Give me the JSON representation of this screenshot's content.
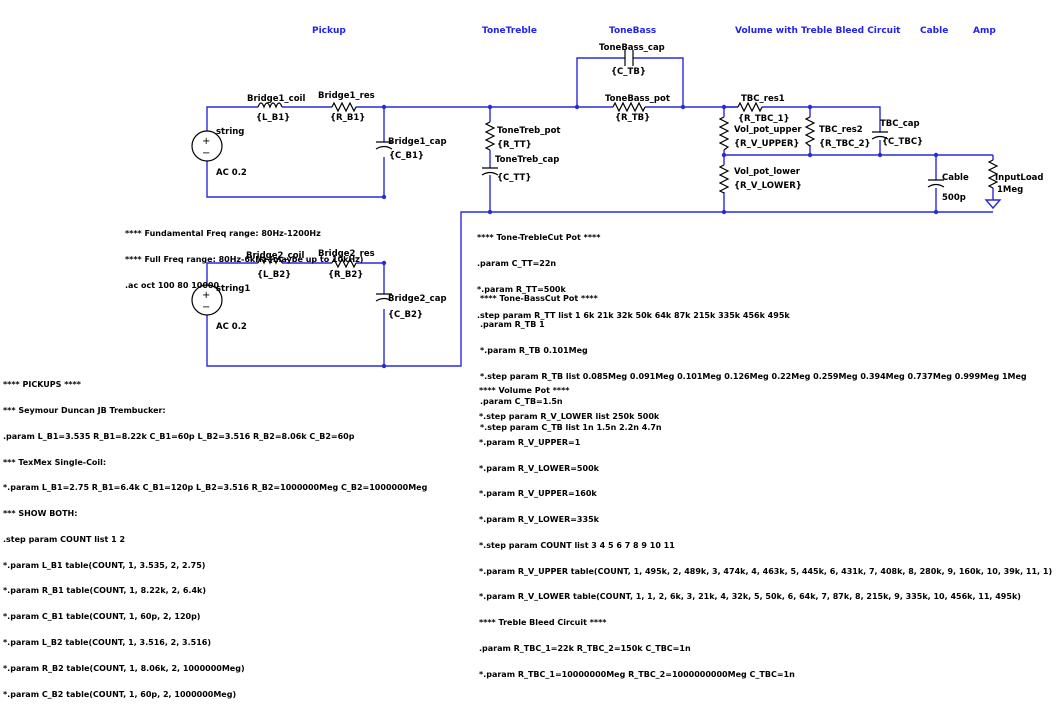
{
  "headers": {
    "pickup": "Pickup",
    "tone_treble": "ToneTreble",
    "tone_bass": "ToneBass",
    "volume": "Volume with Treble Bleed Circuit",
    "cable": "Cable",
    "amp": "Amp"
  },
  "components": {
    "bridge1_coil": {
      "name": "Bridge1_coil",
      "value": "{L_B1}"
    },
    "bridge1_res": {
      "name": "Bridge1_res",
      "value": "{R_B1}"
    },
    "bridge1_cap": {
      "name": "Bridge1_cap",
      "value": "{C_B1}"
    },
    "string": {
      "name": "string",
      "value": "AC 0.2"
    },
    "bridge2_coil": {
      "name": "Bridge2_coil",
      "value": "{L_B2}"
    },
    "bridge2_res": {
      "name": "Bridge2_res",
      "value": "{R_B2}"
    },
    "bridge2_cap": {
      "name": "Bridge2_cap",
      "value": "{C_B2}"
    },
    "string1": {
      "name": "string1",
      "value": "AC 0.2"
    },
    "tonetreb_pot": {
      "name": "ToneTreb_pot",
      "value": "{R_TT}"
    },
    "tonetreb_cap": {
      "name": "ToneTreb_cap",
      "value": "{C_TT}"
    },
    "tonebass_cap": {
      "name": "ToneBass_cap",
      "value": "{C_TB}"
    },
    "tonebass_pot": {
      "name": "ToneBass_pot",
      "value": "{R_TB}"
    },
    "tbc_res1": {
      "name": "TBC_res1",
      "value": "{R_TBC_1}"
    },
    "vol_pot_upper": {
      "name": "Vol_pot_upper",
      "value": "{R_V_UPPER}"
    },
    "tbc_res2": {
      "name": "TBC_res2",
      "value": "{R_TBC_2}"
    },
    "tbc_cap": {
      "name": "TBC_cap",
      "value": "{C_TBC}"
    },
    "vol_pot_lower": {
      "name": "Vol_pot_lower",
      "value": "{R_V_LOWER}"
    },
    "cable": {
      "name": "Cable",
      "value": "500p"
    },
    "inputload": {
      "name": "InputLoad",
      "value": "1Meg"
    }
  },
  "directives": {
    "freq": [
      "**** Fundamental Freq range: 80Hz-1200Hz",
      "**** Full Freq range: 80Hz-6kHz (maybe up to 10kHz)",
      ".ac oct 100 80 10000"
    ],
    "treble": [
      "**** Tone-TrebleCut Pot ****",
      ".param C_TT=22n",
      "*.param R_TT=500k",
      ".step param R_TT list 1 6k 21k 32k 50k 64k 87k 215k 335k 456k 495k"
    ],
    "bass": [
      "**** Tone-BassCut Pot ****",
      ".param R_TB 1",
      "*.param R_TB 0.101Meg",
      "*.step param R_TB list 0.085Meg 0.091Meg 0.101Meg 0.126Meg 0.22Meg 0.259Meg 0.394Meg 0.737Meg 0.999Meg 1Meg",
      ".param C_TB=1.5n",
      "*.step param C_TB list 1n 1.5n 2.2n 4.7n"
    ],
    "pickups": [
      "**** PICKUPS ****",
      "*** Seymour Duncan JB Trembucker:",
      ".param L_B1=3.535 R_B1=8.22k C_B1=60p L_B2=3.516 R_B2=8.06k C_B2=60p",
      "*** TexMex Single-Coil:",
      "*.param L_B1=2.75 R_B1=6.4k C_B1=120p L_B2=3.516 R_B2=1000000Meg C_B2=1000000Meg",
      "*** SHOW BOTH:",
      ".step param COUNT list 1 2",
      "*.param L_B1 table(COUNT, 1, 3.535, 2, 2.75)",
      "*.param R_B1 table(COUNT, 1, 8.22k, 2, 6.4k)",
      "*.param C_B1 table(COUNT, 1, 60p, 2, 120p)",
      "*.param L_B2 table(COUNT, 1, 3.516, 2, 3.516)",
      "*.param R_B2 table(COUNT, 1, 8.06k, 2, 1000000Meg)",
      "*.param C_B2 table(COUNT, 1, 60p, 2, 1000000Meg)"
    ],
    "volume": [
      "**** Volume Pot ****",
      "*.step param R_V_LOWER list 250k 500k",
      "*.param R_V_UPPER=1",
      "*.param R_V_LOWER=500k",
      "*.param R_V_UPPER=160k",
      "*.param R_V_LOWER=335k",
      "*.step param COUNT list 3 4 5 6 7 8 9 10 11",
      "*.param R_V_UPPER table(COUNT, 1, 495k, 2, 489k, 3, 474k, 4, 463k, 5, 445k, 6, 431k, 7, 408k, 8, 280k, 9, 160k, 10, 39k, 11, 1)",
      "*.param R_V_LOWER table(COUNT, 1, 1, 2, 6k, 3, 21k, 4, 32k, 5, 50k, 6, 64k, 7, 87k, 8, 215k, 9, 335k, 10, 456k, 11, 495k)",
      "**** Treble Bleed Circuit ****",
      ".param R_TBC_1=22k R_TBC_2=150k C_TBC=1n",
      "*.param R_TBC_1=10000000Meg R_TBC_2=1000000000Meg C_TBC=1n"
    ]
  }
}
